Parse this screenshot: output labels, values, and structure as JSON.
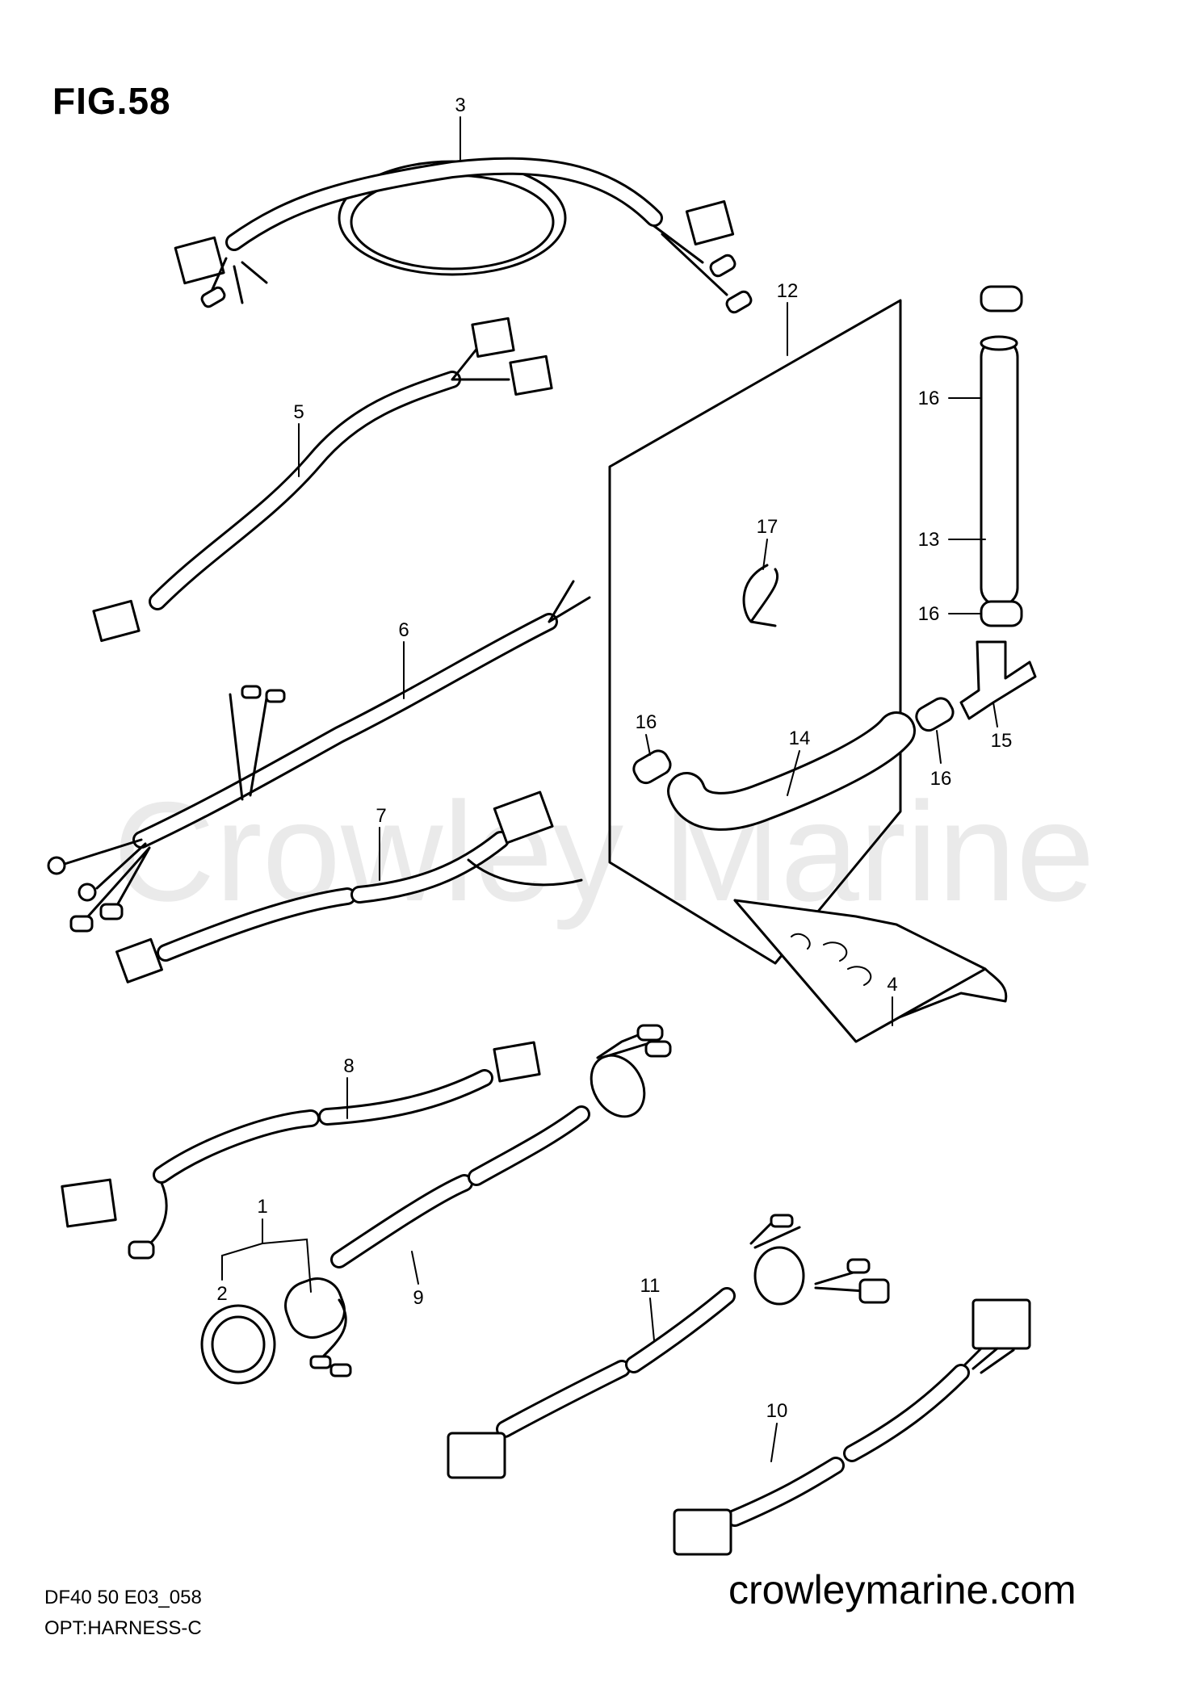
{
  "figure": {
    "title": "FIG.58",
    "code": "DF40 50 E03_058",
    "name": "OPT:HARNESS-C"
  },
  "watermark": "Crowley Marine",
  "website": "crowleymarine.com",
  "callouts": [
    "1",
    "2",
    "3",
    "4",
    "5",
    "6",
    "7",
    "8",
    "9",
    "10",
    "11",
    "12",
    "13",
    "14",
    "15",
    "16",
    "17"
  ]
}
